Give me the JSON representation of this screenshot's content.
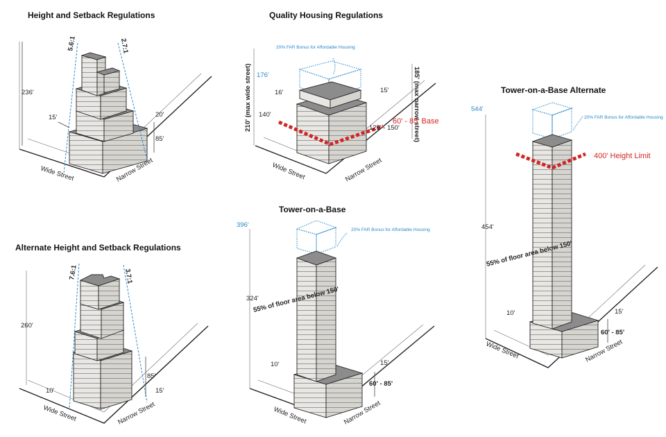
{
  "panels": {
    "hs": {
      "title": "Height and Setback Regulations",
      "height": "236'",
      "ratio_left": "5.6:1",
      "ratio_right": "2.7:1",
      "setback_wide": "15'",
      "setback_narrow": "20'",
      "base_height": "85'",
      "wide_street": "Wide Street",
      "narrow_street": "Narrow Street"
    },
    "ahs": {
      "title": "Alternate Height and Setback Regulations",
      "height": "260'",
      "ratio_left": "7.6:1",
      "ratio_right": "3.7:1",
      "setback_wide": "10'",
      "setback_narrow": "15'",
      "base_height": "85'",
      "wide_street": "Wide Street",
      "narrow_street": "Narrow Street"
    },
    "qh": {
      "title": "Quality Housing Regulations",
      "bonus": "20% FAR Bonus for Affordable Housing",
      "bonus_height": "176'",
      "height_wide": "210' (max wide street)",
      "height_narrow": "185' (max narrow street)",
      "setback_wide": "16'",
      "setback_narrow": "15'",
      "height_140": "140'",
      "base_range": "125' - 150'",
      "base_label": "60' - 85' Base",
      "wide_street": "Wide Street",
      "narrow_street": "Narrow Street"
    },
    "tb": {
      "title": "Tower-on-a-Base",
      "bonus": "20% FAR Bonus for Affordable Housing",
      "bonus_height": "396'",
      "height": "324'",
      "floor_area": "55% of floor area below 150'",
      "setback_wide": "10'",
      "setback_narrow": "15'",
      "base_range": "60' - 85'",
      "wide_street": "Wide Street",
      "narrow_street": "Narrow Street"
    },
    "tba": {
      "title": "Tower-on-a-Base Alternate",
      "bonus": "20% FAR Bonus for Affordable Housing",
      "bonus_height": "544'",
      "height": "454'",
      "height_limit": "400' Height Limit",
      "floor_area": "55% of floor area below 150'",
      "setback_wide": "10'",
      "setback_narrow": "15'",
      "base_range": "60' - 85'",
      "wide_street": "Wide Street",
      "narrow_street": "Narrow Street"
    }
  },
  "colors": {
    "accent_blue": "#2a88c8",
    "accent_red": "#d02626",
    "building_front": "#e9e7e3",
    "building_side": "#d6d4cf",
    "building_top": "#8c8c8c"
  }
}
